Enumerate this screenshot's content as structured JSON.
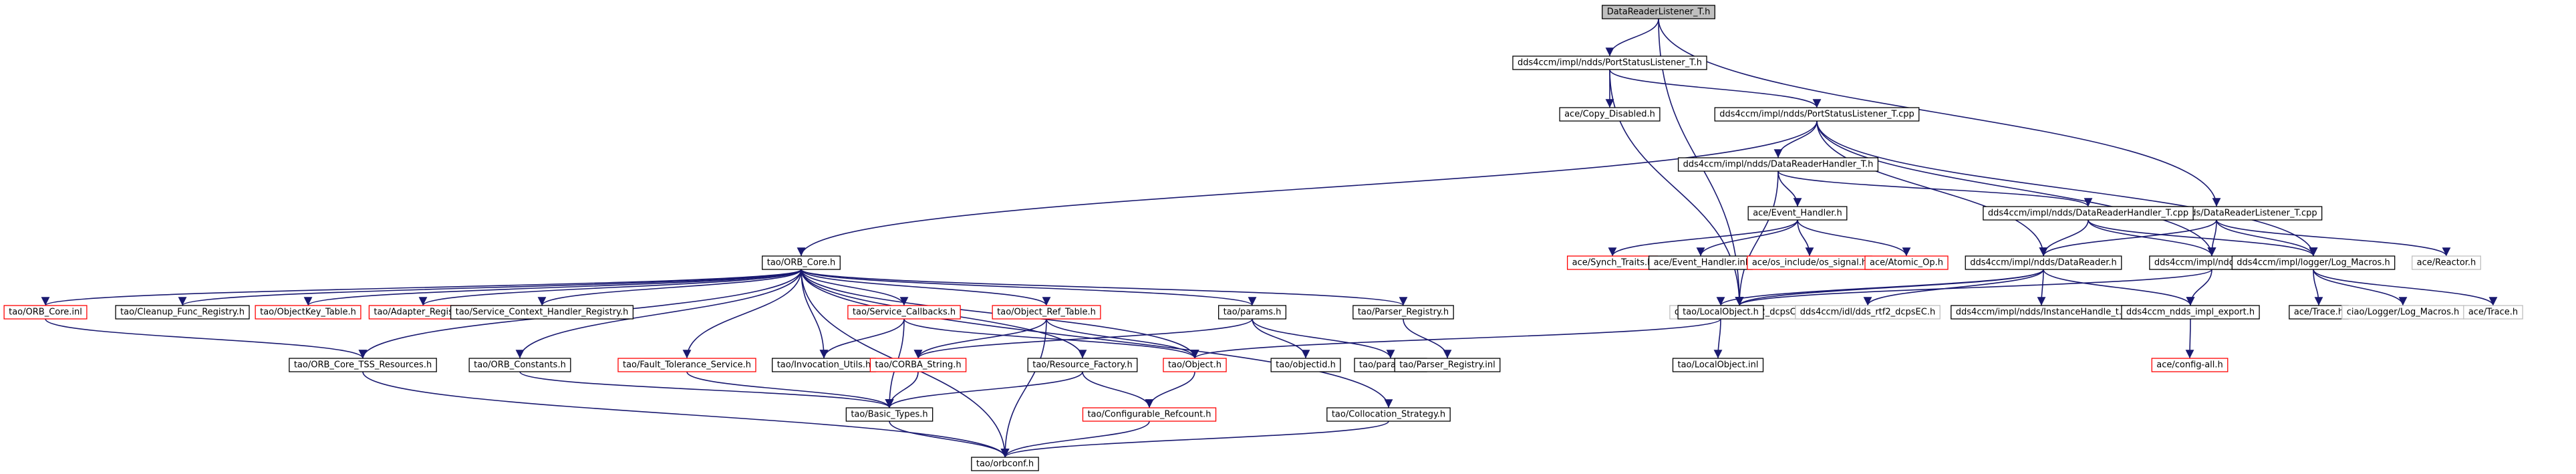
{
  "colors": {
    "edge": "#191970",
    "root_fill": "#bfbfbf",
    "border_documented": "#000000",
    "border_undocumented": "#ff0000",
    "border_external": "#bfbfbf"
  },
  "nodes": [
    {
      "id": "root",
      "label": "DataReaderListener_T.h",
      "style": "root"
    },
    {
      "id": "pstl_h",
      "label": "dds4ccm/impl/ndds/PortStatusListener_T.h",
      "style": "black"
    },
    {
      "id": "copy",
      "label": "ace/Copy_Disabled.h",
      "style": "black"
    },
    {
      "id": "pstl_cpp",
      "label": "dds4ccm/impl/ndds/PortStatusListener_T.cpp",
      "style": "black"
    },
    {
      "id": "drh_h",
      "label": "dds4ccm/impl/ndds/DataReaderHandler_T.h",
      "style": "black"
    },
    {
      "id": "drl_cpp",
      "label": "dds4ccm/impl/ndds/DataReaderListener_T.cpp",
      "style": "black"
    },
    {
      "id": "evh",
      "label": "ace/Event_Handler.h",
      "style": "black"
    },
    {
      "id": "drh_cpp",
      "label": "dds4ccm/impl/ndds/DataReaderHandler_T.cpp",
      "style": "black"
    },
    {
      "id": "synch",
      "label": "ace/Synch_Traits.h",
      "style": "red"
    },
    {
      "id": "evh_inl",
      "label": "ace/Event_Handler.inl",
      "style": "black"
    },
    {
      "id": "signal",
      "label": "ace/os_include/os_signal.h",
      "style": "red"
    },
    {
      "id": "atomic",
      "label": "ace/Atomic_Op.h",
      "style": "red"
    },
    {
      "id": "datareader",
      "label": "dds4ccm/impl/ndds/DataReader.h",
      "style": "black"
    },
    {
      "id": "utils",
      "label": "dds4ccm/impl/ndds/Utils.h",
      "style": "black"
    },
    {
      "id": "logm",
      "label": "dds4ccm/impl/logger/Log_Macros.h",
      "style": "black"
    },
    {
      "id": "reactor",
      "label": "ace/Reactor.h",
      "style": "gray"
    },
    {
      "id": "orbcore",
      "label": "tao/ORB_Core.h",
      "style": "black"
    },
    {
      "id": "dcpsc",
      "label": "dds4ccm/idl/dds_rtf2_dcpsC.h",
      "style": "gray"
    },
    {
      "id": "localobj",
      "label": "tao/LocalObject.h",
      "style": "black"
    },
    {
      "id": "dcpsec",
      "label": "dds4ccm/idl/dds_rtf2_dcpsEC.h",
      "style": "gray"
    },
    {
      "id": "ihandle",
      "label": "dds4ccm/impl/ndds/InstanceHandle_t.h",
      "style": "black"
    },
    {
      "id": "nddsexp",
      "label": "dds4ccm_ndds_impl_export.h",
      "style": "black"
    },
    {
      "id": "trace1",
      "label": "ace/Trace.h",
      "style": "black"
    },
    {
      "id": "ciaolog",
      "label": "ciao/Logger/Log_Macros.h",
      "style": "gray"
    },
    {
      "id": "trace2",
      "label": "ace/Trace.h",
      "style": "gray"
    },
    {
      "id": "orbinl",
      "label": "tao/ORB_Core.inl",
      "style": "red"
    },
    {
      "id": "cleanup",
      "label": "tao/Cleanup_Func_Registry.h",
      "style": "black"
    },
    {
      "id": "objkey",
      "label": "tao/ObjectKey_Table.h",
      "style": "red"
    },
    {
      "id": "adapter",
      "label": "tao/Adapter_Registry.h",
      "style": "red"
    },
    {
      "id": "screg",
      "label": "tao/Service_Context_Handler_Registry.h",
      "style": "black"
    },
    {
      "id": "svccb",
      "label": "tao/Service_Callbacks.h",
      "style": "red"
    },
    {
      "id": "objref",
      "label": "tao/Object_Ref_Table.h",
      "style": "red"
    },
    {
      "id": "params",
      "label": "tao/params.h",
      "style": "black"
    },
    {
      "id": "parser",
      "label": "tao/Parser_Registry.h",
      "style": "black"
    },
    {
      "id": "localobj_inl",
      "label": "tao/LocalObject.inl",
      "style": "black"
    },
    {
      "id": "configall",
      "label": "ace/config-all.h",
      "style": "red"
    },
    {
      "id": "tss",
      "label": "tao/ORB_Core_TSS_Resources.h",
      "style": "black"
    },
    {
      "id": "orbconst",
      "label": "tao/ORB_Constants.h",
      "style": "black"
    },
    {
      "id": "fault",
      "label": "tao/Fault_Tolerance_Service.h",
      "style": "red"
    },
    {
      "id": "invoc",
      "label": "tao/Invocation_Utils.h",
      "style": "black"
    },
    {
      "id": "corbastr",
      "label": "tao/CORBA_String.h",
      "style": "red"
    },
    {
      "id": "resfact",
      "label": "tao/Resource_Factory.h",
      "style": "black"
    },
    {
      "id": "object",
      "label": "tao/Object.h",
      "style": "red"
    },
    {
      "id": "objectid",
      "label": "tao/objectid.h",
      "style": "black"
    },
    {
      "id": "params_inl",
      "label": "tao/params.inl",
      "style": "black"
    },
    {
      "id": "parser_inl",
      "label": "tao/Parser_Registry.inl",
      "style": "black"
    },
    {
      "id": "basictypes",
      "label": "tao/Basic_Types.h",
      "style": "black"
    },
    {
      "id": "cfgref",
      "label": "tao/Configurable_Refcount.h",
      "style": "red"
    },
    {
      "id": "colloc",
      "label": "tao/Collocation_Strategy.h",
      "style": "black"
    },
    {
      "id": "orbconf",
      "label": "tao/orbconf.h",
      "style": "black"
    }
  ],
  "edges": [
    [
      "root",
      "pstl_h"
    ],
    [
      "root",
      "drl_cpp"
    ],
    [
      "root",
      "dcpsc"
    ],
    [
      "pstl_h",
      "copy"
    ],
    [
      "pstl_h",
      "pstl_cpp"
    ],
    [
      "pstl_h",
      "dcpsc"
    ],
    [
      "pstl_cpp",
      "drh_h"
    ],
    [
      "pstl_cpp",
      "orbcore"
    ],
    [
      "pstl_cpp",
      "datareader"
    ],
    [
      "pstl_cpp",
      "utils"
    ],
    [
      "pstl_cpp",
      "logm"
    ],
    [
      "drh_h",
      "evh"
    ],
    [
      "drh_h",
      "drh_cpp"
    ],
    [
      "drh_h",
      "dcpsc"
    ],
    [
      "evh",
      "synch"
    ],
    [
      "evh",
      "evh_inl"
    ],
    [
      "evh",
      "signal"
    ],
    [
      "evh",
      "atomic"
    ],
    [
      "drh_cpp",
      "datareader"
    ],
    [
      "drh_cpp",
      "utils"
    ],
    [
      "drh_cpp",
      "logm"
    ],
    [
      "drl_cpp",
      "datareader"
    ],
    [
      "drl_cpp",
      "utils"
    ],
    [
      "drl_cpp",
      "logm"
    ],
    [
      "drl_cpp",
      "reactor"
    ],
    [
      "datareader",
      "dcpsc"
    ],
    [
      "datareader",
      "localobj"
    ],
    [
      "datareader",
      "dcpsec"
    ],
    [
      "datareader",
      "ihandle"
    ],
    [
      "datareader",
      "nddsexp"
    ],
    [
      "utils",
      "dcpsc"
    ],
    [
      "utils",
      "nddsexp"
    ],
    [
      "logm",
      "trace1"
    ],
    [
      "logm",
      "ciaolog"
    ],
    [
      "logm",
      "trace2"
    ],
    [
      "localobj",
      "localobj_inl"
    ],
    [
      "localobj",
      "object"
    ],
    [
      "nddsexp",
      "configall"
    ],
    [
      "orbcore",
      "orbinl"
    ],
    [
      "orbcore",
      "cleanup"
    ],
    [
      "orbcore",
      "objkey"
    ],
    [
      "orbcore",
      "adapter"
    ],
    [
      "orbcore",
      "screg"
    ],
    [
      "orbcore",
      "svccb"
    ],
    [
      "orbcore",
      "objref"
    ],
    [
      "orbcore",
      "params"
    ],
    [
      "orbcore",
      "parser"
    ],
    [
      "orbcore",
      "tss"
    ],
    [
      "orbcore",
      "orbconst"
    ],
    [
      "orbcore",
      "fault"
    ],
    [
      "orbcore",
      "invoc"
    ],
    [
      "orbcore",
      "resfact"
    ],
    [
      "orbcore",
      "object"
    ],
    [
      "orbcore",
      "colloc"
    ],
    [
      "orbcore",
      "orbconf"
    ],
    [
      "orbinl",
      "tss"
    ],
    [
      "svccb",
      "invoc"
    ],
    [
      "svccb",
      "object"
    ],
    [
      "svccb",
      "basictypes"
    ],
    [
      "objref",
      "corbastr"
    ],
    [
      "objref",
      "object"
    ],
    [
      "objref",
      "orbconf"
    ],
    [
      "params",
      "corbastr"
    ],
    [
      "params",
      "objectid"
    ],
    [
      "params",
      "params_inl"
    ],
    [
      "parser",
      "parser_inl"
    ],
    [
      "tss",
      "orbconf"
    ],
    [
      "orbconst",
      "basictypes"
    ],
    [
      "fault",
      "basictypes"
    ],
    [
      "corbastr",
      "basictypes"
    ],
    [
      "resfact",
      "basictypes"
    ],
    [
      "resfact",
      "cfgref"
    ],
    [
      "object",
      "cfgref"
    ],
    [
      "basictypes",
      "orbconf"
    ],
    [
      "cfgref",
      "orbconf"
    ],
    [
      "colloc",
      "orbconf"
    ]
  ]
}
